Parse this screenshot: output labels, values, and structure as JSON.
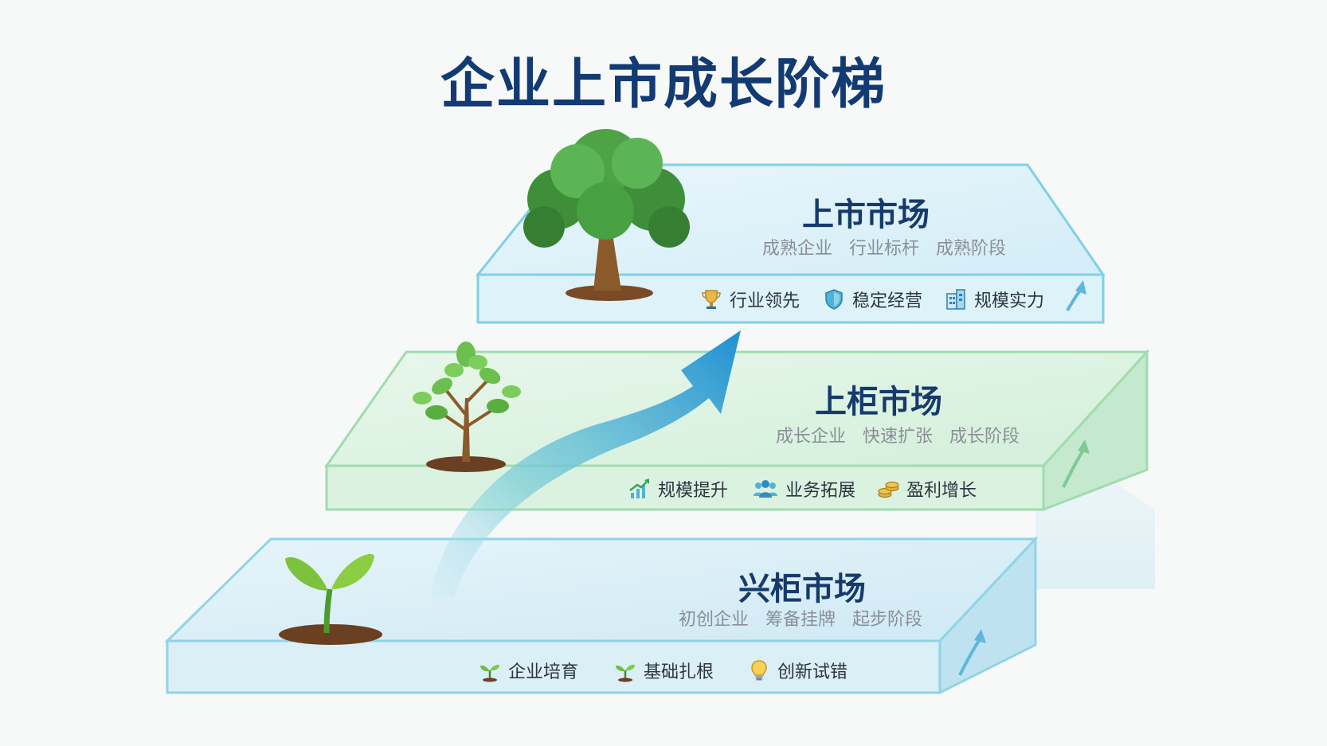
{
  "title": "企业上市成长阶梯",
  "tiers": [
    {
      "id": "top",
      "title": "上市市场",
      "subtitle": "成熟企业 行业标杆 成熟阶段",
      "features": [
        {
          "icon": "trophy-icon",
          "label": "行业领先"
        },
        {
          "icon": "shield-icon",
          "label": "稳定经营"
        },
        {
          "icon": "building-icon",
          "label": "规模实力"
        }
      ]
    },
    {
      "id": "middle",
      "title": "上柜市场",
      "subtitle": "成长企业 快速扩张 成长阶段",
      "features": [
        {
          "icon": "growth-chart-icon",
          "label": "规模提升"
        },
        {
          "icon": "team-icon",
          "label": "业务拓展"
        },
        {
          "icon": "coins-icon",
          "label": "盈利增长"
        }
      ]
    },
    {
      "id": "bottom",
      "title": "兴柜市场",
      "subtitle": "初创企业 筹备挂牌 起步阶段",
      "features": [
        {
          "icon": "sprout-icon",
          "label": "企业培育"
        },
        {
          "icon": "sprout-icon",
          "label": "基础扎根"
        },
        {
          "icon": "lightbulb-icon",
          "label": "创新试错"
        }
      ]
    }
  ],
  "colors": {
    "title": "#123a73",
    "tier_blue": "#dff1f8",
    "tier_green": "#ddf3e2",
    "edge_blue": "#7fd0e6",
    "edge_green": "#9ad9a6",
    "arrow": "#2b9fd8"
  }
}
